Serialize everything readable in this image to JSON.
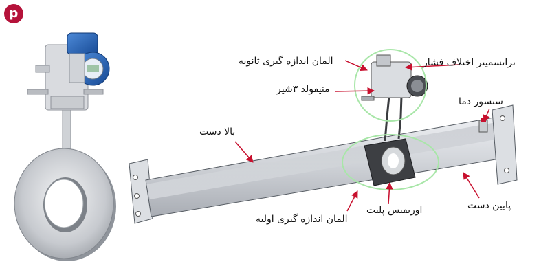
{
  "brand": {
    "logo_letter": "p",
    "accent": "#b5123a"
  },
  "labels": {
    "transmitter": "ترانسمیتر اختلاف فشار",
    "secondary_element": "المان اندازه گیری ثانویه",
    "manifold": "منیفولد ۳شیر",
    "temp_sensor": "سنسور دما",
    "upstream": "بالا دست",
    "downstream": "پایین دست",
    "primary_element": "المان اندازه گیری اولیه",
    "orifice_plate": "اوریفیس پلیت"
  },
  "colors": {
    "arrow": "#c8102e",
    "highlight_circle": "#a8e6a8",
    "pipe": "#c9ccd1",
    "transmitter_blue": "#1f5fb8"
  },
  "icons": [
    "transmitter-product-icon",
    "orifice-ring-icon",
    "manifold-icon",
    "temperature-sensor-icon"
  ]
}
